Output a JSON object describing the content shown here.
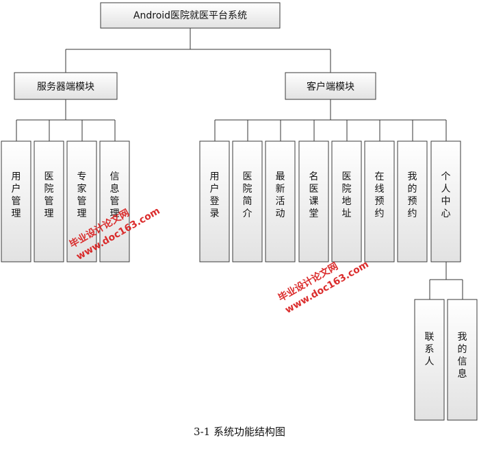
{
  "caption": "3-1 系统功能结构图",
  "root": {
    "label": "Android医院就医平台系统"
  },
  "modules": [
    {
      "id": "server",
      "label": "服务器端模块",
      "children": [
        "用户管理",
        "医院管理",
        "专家管理",
        "信息管理"
      ]
    },
    {
      "id": "client",
      "label": "客户端模块",
      "children": [
        "用户登录",
        "医院简介",
        "最新活动",
        "名医课堂",
        "医院地址",
        "在线预约",
        "我的预约",
        "个人中心"
      ]
    }
  ],
  "personal_center": {
    "parent": "个人中心",
    "children": [
      "联系人",
      "我的信息"
    ]
  },
  "watermark": {
    "site_name": "毕业设计论文网",
    "url": "www.doc163.com"
  },
  "colors": {
    "box_top": "#ffffff",
    "box_bottom": "#e4e4e4",
    "line": "#333333",
    "watermark": "#d81c1c"
  }
}
